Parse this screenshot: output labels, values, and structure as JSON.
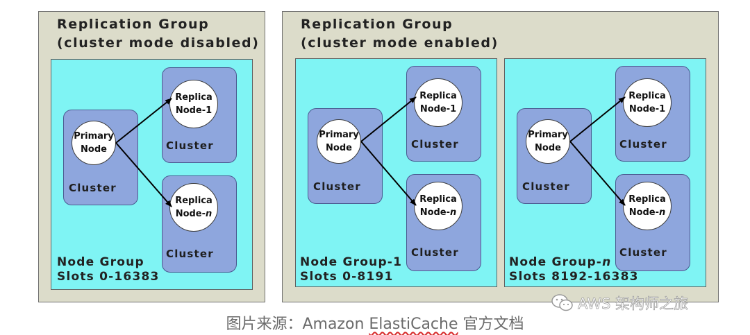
{
  "replication_groups": [
    {
      "title": "Replication Group\n(cluster mode disabled)",
      "node_groups": [
        {
          "label": "Node Group\nSlots 0-16383",
          "primary": {
            "name": "Primary\nNode",
            "cluster": "Cluster"
          },
          "replicas": [
            {
              "name": "Replica\nNode-1",
              "cluster": "Cluster"
            },
            {
              "name_main": "Replica\nNode-",
              "name_suffix": "n",
              "cluster": "Cluster"
            }
          ]
        }
      ]
    },
    {
      "title": "Replication Group\n(cluster mode enabled)",
      "node_groups": [
        {
          "label": "Node Group-1\nSlots 0-8191",
          "primary": {
            "name": "Primary\nNode",
            "cluster": "Cluster"
          },
          "replicas": [
            {
              "name": "Replica\nNode-1",
              "cluster": "Cluster"
            },
            {
              "name_main": "Replica\nNode-",
              "name_suffix": "n",
              "cluster": "Cluster"
            }
          ]
        },
        {
          "label_main": "Node Group-",
          "label_suffix": "n",
          "slots": "Slots 8192-16383",
          "primary": {
            "name": "Primary\nNode",
            "cluster": "Cluster"
          },
          "replicas": [
            {
              "name": "Replica\nNode-1",
              "cluster": "Cluster"
            },
            {
              "name_main": "Replica\nNode-",
              "name_suffix": "n",
              "cluster": "Cluster"
            }
          ]
        }
      ]
    }
  ],
  "caption": {
    "before": "图片来源：Amazon ",
    "underlined": "ElastiCache",
    "after": " 官方文档"
  },
  "watermark": {
    "icon": "wechat-icon",
    "text": "AWS 架构师之旅"
  },
  "colors": {
    "replication_group_bg": "#dcdcca",
    "node_group_bg": "#7ff4f4",
    "cluster_bg": "#8ea6dd",
    "node_bg": "#ffffff",
    "arrow": "#000000"
  }
}
